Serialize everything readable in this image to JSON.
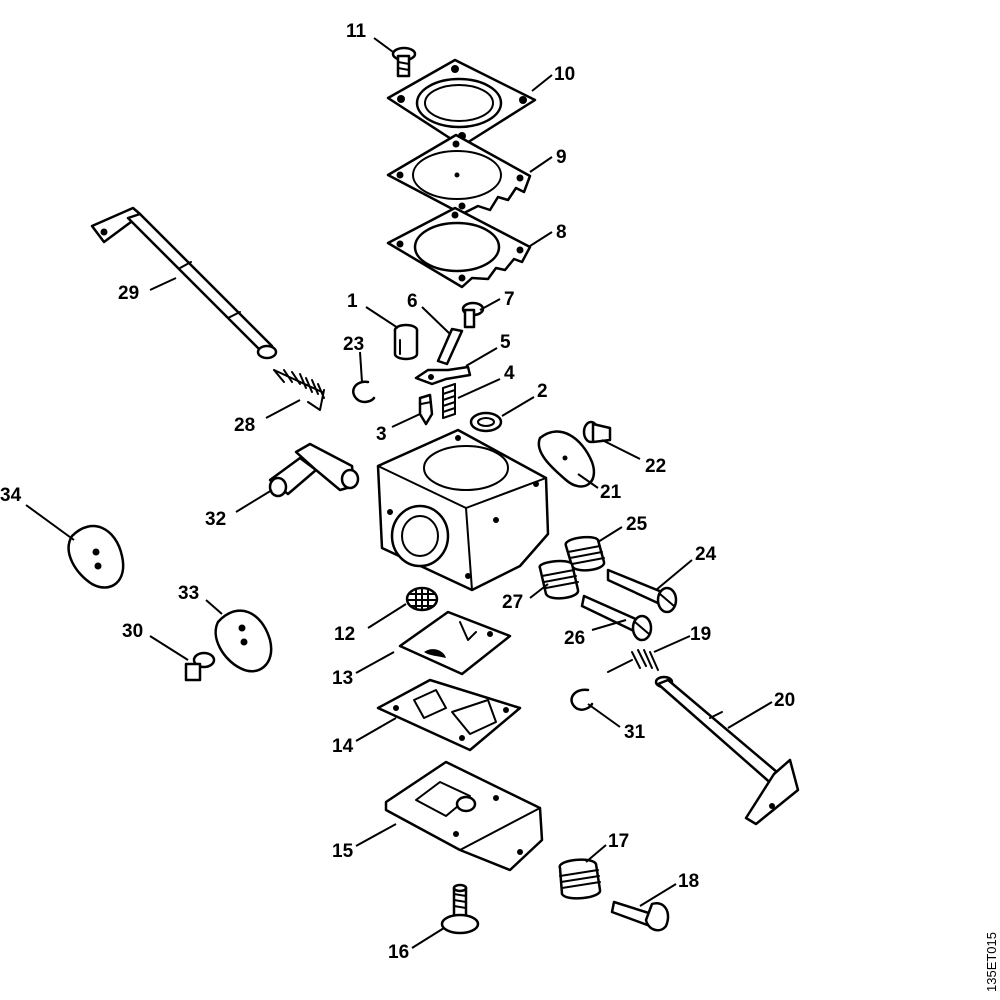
{
  "diagram": {
    "reference_code": "135ET015",
    "callouts": {
      "c1": "1",
      "c2": "2",
      "c3": "3",
      "c4": "4",
      "c5": "5",
      "c6": "6",
      "c7": "7",
      "c8": "8",
      "c9": "9",
      "c10": "10",
      "c11": "11",
      "c12": "12",
      "c13": "13",
      "c14": "14",
      "c15": "15",
      "c16": "16",
      "c17": "17",
      "c18": "18",
      "c19": "19",
      "c20": "20",
      "c21": "21",
      "c22": "22",
      "c23": "23",
      "c24": "24",
      "c25": "25",
      "c26": "26",
      "c27": "27",
      "c28": "28",
      "c29": "29",
      "c30": "30",
      "c31": "31",
      "c32": "32",
      "c33": "33",
      "c34": "34"
    }
  }
}
